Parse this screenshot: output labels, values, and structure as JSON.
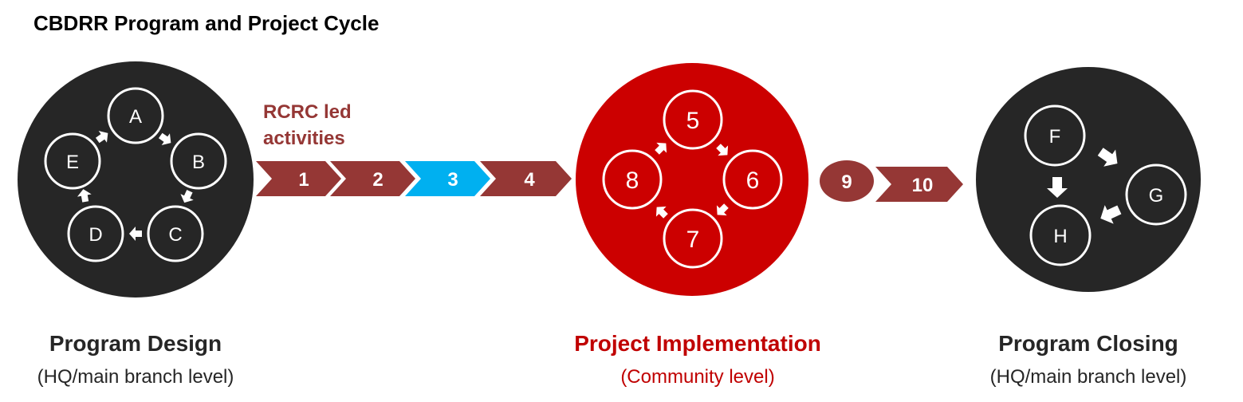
{
  "title": "CBDRR Program and Project Cycle",
  "rcrc_label": {
    "line1": "RCRC led",
    "line2": "activities"
  },
  "chevrons": [
    {
      "label": "1",
      "color": "#953735"
    },
    {
      "label": "2",
      "color": "#953735"
    },
    {
      "label": "3",
      "color": "#00b0f0"
    },
    {
      "label": "4",
      "color": "#953735"
    }
  ],
  "oval_step": {
    "label": "9",
    "color": "#953735"
  },
  "arrow_step": {
    "label": "10",
    "color": "#953735"
  },
  "stages": [
    {
      "name": "Program Design",
      "level": "(HQ/main branch level)",
      "color": "#262626",
      "nodes": [
        "A",
        "B",
        "C",
        "D",
        "E"
      ]
    },
    {
      "name": "Project Implementation",
      "level": "(Community level)",
      "color": "#cc0000",
      "nodes": [
        "5",
        "6",
        "7",
        "8"
      ]
    },
    {
      "name": "Program Closing",
      "level": "(HQ/main branch level)",
      "color": "#262626",
      "nodes": [
        "F",
        "G",
        "H"
      ]
    }
  ]
}
